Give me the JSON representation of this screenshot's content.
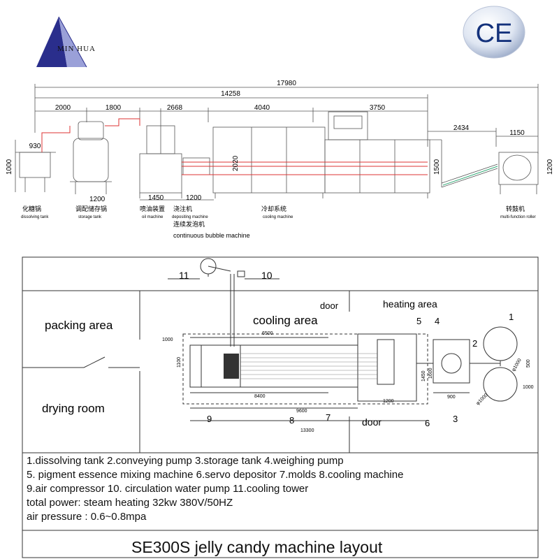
{
  "logo": {
    "company": "MIN HUA",
    "cert": "CE"
  },
  "top_dims": {
    "total": "17980",
    "sub": "14258",
    "seg1": "2000",
    "seg2": "1800",
    "seg3": "2668",
    "seg4": "4040",
    "seg5": "3750",
    "seg6": "2434",
    "seg7": "1150",
    "d930": "930",
    "d1000": "1000",
    "d1200a": "1200",
    "d1450": "1450",
    "d1200b": "1200",
    "d2020": "2020",
    "d1500": "1500",
    "d1200c": "1200"
  },
  "top_labels": {
    "dissolving_cn": "化糖锅",
    "dissolving_en": "dissolving tank",
    "storage_cn": "调配储存锅",
    "storage_en": "storage tank",
    "oil_cn": "喷油装置",
    "oil_en": "oil machine",
    "depositing_cn": "浇注机",
    "depositing_en": "depositing machine",
    "bubble_cn": "连续发泡机",
    "bubble_en": "continuous bubble machine",
    "cooling_cn": "冷却系统",
    "cooling_en": "cooling machine",
    "roller_cn": "转鼓机",
    "roller_en": "multi-function roller"
  },
  "layout": {
    "n11": "11",
    "n10": "10",
    "n1": "1",
    "n2": "2",
    "n3": "3",
    "n4": "4",
    "n5": "5",
    "n6": "6",
    "n7": "7",
    "n8": "8",
    "n9": "9",
    "door_top": "door",
    "door_bottom": "door",
    "heating_area": "heating area",
    "cooling_area": "cooling area",
    "packing_area": "packing area",
    "drying_room": "drying room",
    "d6500": "6500",
    "d1000a": "1000",
    "d1100": "1100",
    "d8400": "8400",
    "d9600": "9600",
    "d13300": "13300",
    "d1200": "1200",
    "d900": "900",
    "d1450": "1450",
    "d1600": "1600",
    "d1000b": "1000",
    "d500": "500",
    "phi1000a": "φ1000",
    "phi1000b": "φ1000"
  },
  "legend": {
    "line1": "1.dissolving tank    2.conveying pump    3.storage tank     4.weighing pump",
    "line2": "5. pigment essence mixing machine    6.servo depositor     7.molds     8.cooling machine",
    "line3": "9.air compressor   10. circulation water pump       11.cooling tower",
    "line4": "total power: steam heating  32kw   380V/50HZ",
    "line5": "air pressure : 0.6~0.8mpa"
  },
  "title": "SE300S jelly candy machine layout"
}
